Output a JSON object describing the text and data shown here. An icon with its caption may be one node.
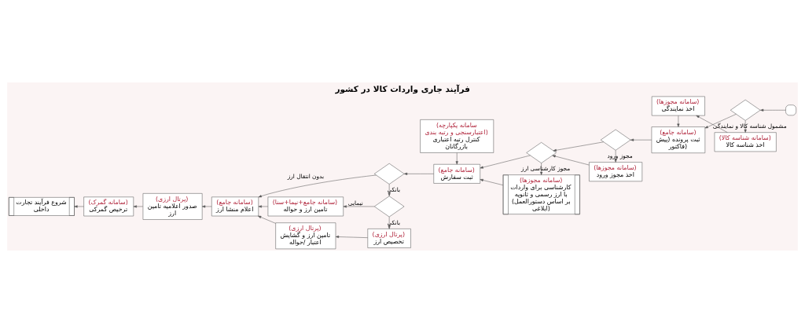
{
  "diagram": {
    "title": "فرآیند جاری واردات کالا در کشور",
    "nodes": [
      {
        "text": [],
        "shape": "box"
      },
      {
        "text": [],
        "shape": "diamond"
      },
      {
        "text": [
          "(سامانه شناسه کالا)",
          "اخذ شناسه کالا"
        ]
      },
      {
        "text": [
          "(سامانه مجوزها)",
          "اخذ نمایندگی"
        ]
      },
      {
        "text": [
          "(سامانه جامع)",
          "ثبت پرونده (پیش فاکتور)"
        ]
      },
      {
        "text": [],
        "shape": "diamond"
      },
      {
        "text": [
          "(سامانه مجوزها)",
          "اخذ مجوز ورود"
        ]
      },
      {
        "text": [],
        "shape": "diamond"
      },
      {
        "text": [
          "(سامانه مجوزها)",
          "کارشناسی برای واردات با ارز رسمی و ثانویه",
          "(بر اساس دستورالعمل ابلاغی)"
        ]
      },
      {
        "text": [
          "(سامانه جامع)",
          "ثبت سفارش"
        ]
      },
      {
        "text": [],
        "shape": "diamond"
      },
      {
        "text": [
          "(سامانه جامع)",
          "اعلام منشا ارز"
        ]
      },
      {
        "text": [
          "(پرتال ارزی)",
          "صدور اعلامیه تامین ارز"
        ]
      },
      {
        "text": [
          "(سامانه گمرک)",
          "ترخیص گمرکی"
        ]
      },
      {
        "text": [
          "شروع فرآیند تجارت داخلی"
        ]
      },
      {
        "text": [],
        "shape": "diamond"
      },
      {
        "text": [
          "(سامانه جامع+نیما+سنا)",
          "تامین ارز و حواله"
        ]
      },
      {
        "text": [
          "(پرتال ارزی)",
          "تخصیص ارز"
        ]
      },
      {
        "text": [
          "(پرتال ارزی)",
          "تامین ارز و گشایش اعتبار /حواله"
        ]
      },
      {
        "text": [
          "(سامانه یکپارچه اعتبارسنجی و رتبه بندی)",
          "کنترل رتبه اعتباری بازرگانان"
        ]
      }
    ],
    "edges": [
      {
        "from": 0,
        "to": 1,
        "arrow": "to"
      },
      {
        "from": 1,
        "to": 2,
        "arrow": "to",
        "label": "مشمول شناسه کالا و نمایندگی"
      },
      {
        "from": 2,
        "to": 3,
        "arrow": "to"
      },
      {
        "from": 3,
        "to": 4,
        "arrow": "to"
      },
      {
        "from": 1,
        "to": 4,
        "arrow": "to"
      },
      {
        "from": 4,
        "to": 5,
        "arrow": "to"
      },
      {
        "from": 5,
        "to": 6,
        "arrow": "to",
        "label": "مجوز ورود"
      },
      {
        "from": 6,
        "to": 7,
        "arrow": "to"
      },
      {
        "from": 5,
        "to": 7,
        "arrow": "to"
      },
      {
        "from": 7,
        "to": 8,
        "arrow": "to",
        "label": "مجوز کارشناسی ارز"
      },
      {
        "from": 7,
        "to": 9,
        "arrow": "to"
      },
      {
        "from": 8,
        "to": 9,
        "arrow": "to"
      },
      {
        "from": 19,
        "to": 9,
        "arrow": "to"
      },
      {
        "from": 9,
        "to": 10,
        "arrow": "to"
      },
      {
        "from": 10,
        "to": 11,
        "arrow": "to",
        "label": "بدون انتقال ارز"
      },
      {
        "from": 10,
        "to": 15,
        "arrow": "to",
        "label": "بانکی"
      },
      {
        "from": 15,
        "to": 16,
        "arrow": "to",
        "label": "نیمایی"
      },
      {
        "from": 15,
        "to": 17,
        "arrow": "to",
        "label": "بانکی"
      },
      {
        "from": 17,
        "to": 18,
        "arrow": "to"
      },
      {
        "from": 16,
        "to": 11,
        "arrow": "to"
      },
      {
        "from": 18,
        "to": 11,
        "arrow": "to"
      },
      {
        "from": 11,
        "to": 12,
        "arrow": "to"
      },
      {
        "from": 12,
        "to": 13,
        "arrow": "to"
      },
      {
        "from": 13,
        "to": 14,
        "arrow": "to"
      }
    ]
  }
}
